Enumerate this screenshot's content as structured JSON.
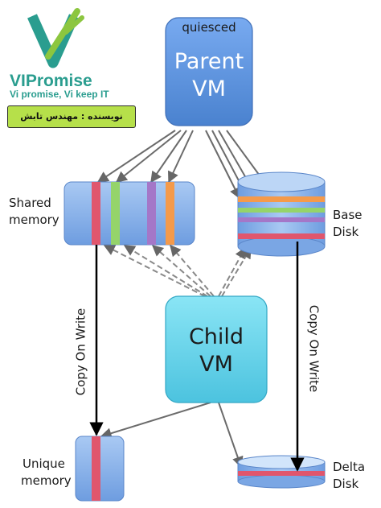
{
  "logo": {
    "brand": "VIPromise",
    "tagline": "Vi promise, Vi keep IT",
    "author_badge": "نویسنده : مهندس تابش",
    "brand_color": "#2a9d8f",
    "accent_color": "#8cc63f"
  },
  "diagram": {
    "parent_vm": {
      "state": "quiesced",
      "line1": "Parent",
      "line2": "VM"
    },
    "child_vm": {
      "line1": "Child",
      "line2": "VM"
    },
    "shared_memory": {
      "line1": "Shared",
      "line2": "memory"
    },
    "base_disk": {
      "line1": "Base",
      "line2": "Disk"
    },
    "unique_memory": {
      "line1": "Unique",
      "line2": "memory"
    },
    "delta_disk": {
      "line1": "Delta",
      "line2": "Disk"
    },
    "cow_left": "Copy On Write",
    "cow_right": "Copy On Write"
  },
  "colors": {
    "parent_vm": "#5b95dd",
    "child_vm": "#63d3ec",
    "memory": "#8fb7ea",
    "stripe_red": "#e0566d",
    "stripe_green": "#95d46a",
    "stripe_purple": "#a477c8",
    "stripe_orange": "#f49a4b"
  }
}
